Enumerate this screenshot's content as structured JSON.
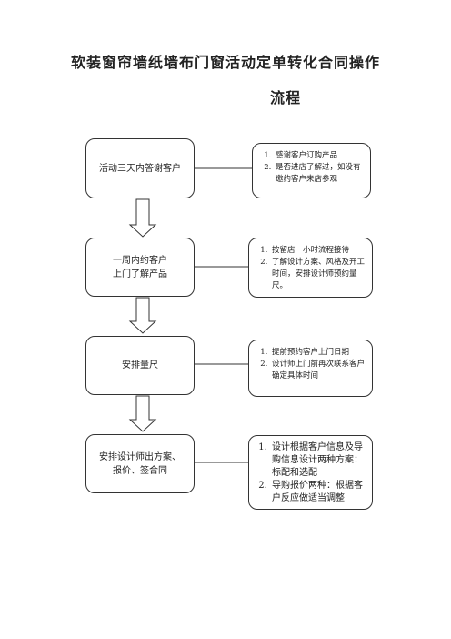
{
  "title_line1": "软装窗帘墙纸墙布门窗活动定单转化合同操作",
  "title_line2": "流程",
  "steps": [
    {
      "label": "活动三天内答谢客户",
      "notes": [
        "感谢客户订购产品",
        "是否进店了解过，如没有邀约客户来店参观"
      ]
    },
    {
      "label_lines": [
        "一周内约客户",
        "上门了解产品"
      ],
      "notes": [
        "按留店一小时流程接待",
        "了解设计方案、风格及开工时间，安排设计师预约量尺。"
      ]
    },
    {
      "label": "安排量尺",
      "notes": [
        "提前预约客户上门日期",
        "设计师上门前再次联系客户确定具体时间"
      ]
    },
    {
      "label_lines": [
        "安排设计师出方案、",
        "报价、签合同"
      ],
      "notes": [
        "设计根据客户信息及导购信息设计两种方案：标配和选配",
        "导购报价两种：根据客户反应做适当调整"
      ]
    }
  ]
}
